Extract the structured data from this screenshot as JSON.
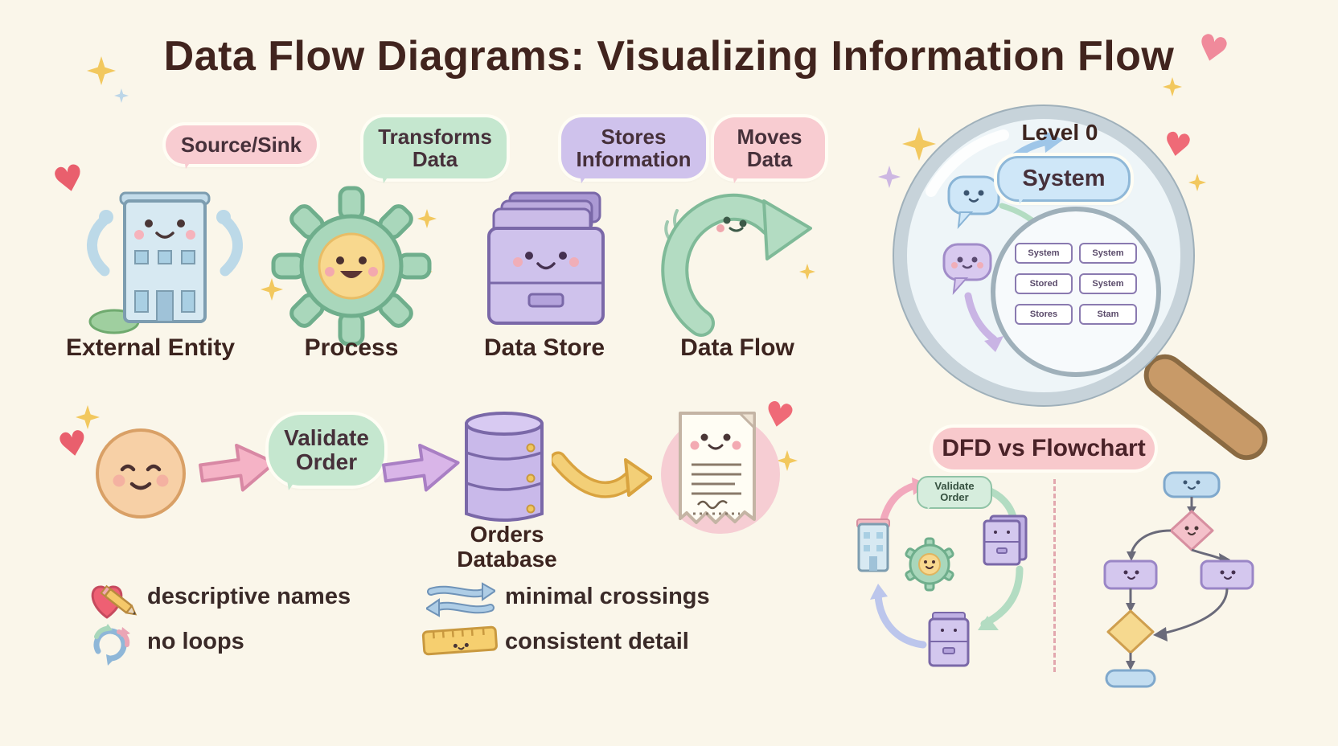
{
  "palette": {
    "background": "#faf6ea",
    "title_text": "#41241e",
    "pink_bubble": "#f8ccd1",
    "green_bubble": "#c5e7cf",
    "purple_bubble": "#cfc2ec",
    "blue_bubble": "#cfe7f8",
    "gold": "#f0c75e"
  },
  "title": {
    "text": "Data Flow Diagrams: Visualizing Information Flow"
  },
  "concepts": [
    {
      "bubble": "Source/Sink",
      "label": "External Entity"
    },
    {
      "bubble": "Transforms Data",
      "label": "Process"
    },
    {
      "bubble": "Stores Information",
      "label": "Data Store"
    },
    {
      "bubble": "Moves Data",
      "label": "Data Flow"
    }
  ],
  "level0": {
    "heading": "Level 0",
    "system": "System",
    "inner_boxes": [
      "System",
      "System",
      "Stored",
      "System",
      "Stores",
      "Stam"
    ]
  },
  "example": {
    "validate": "Validate Order",
    "database": "Orders Database"
  },
  "practices": {
    "descriptive": "descriptive names",
    "no_loops": "no loops",
    "crossings": "minimal crossings",
    "detail": "consistent detail"
  },
  "comparison": {
    "heading": "DFD vs Flowchart",
    "mini_bubble": "Validate Order"
  }
}
